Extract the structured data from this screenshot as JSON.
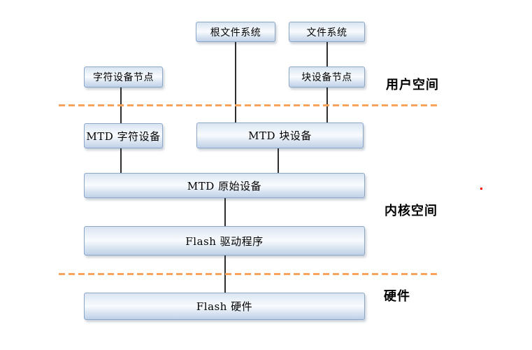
{
  "diagram": {
    "title_implicit": "MTD / Flash 驱动层次结构图",
    "boxes": {
      "root_fs": {
        "label": "根文件系统"
      },
      "fs": {
        "label": "文件系统"
      },
      "char_node": {
        "label": "字符设备节点"
      },
      "block_node": {
        "label": "块设备节点"
      },
      "mtd_char": {
        "label": "MTD 字符设备"
      },
      "mtd_block": {
        "label": "MTD 块设备"
      },
      "mtd_raw": {
        "label": "MTD 原始设备"
      },
      "flash_driver": {
        "label": "Flash 驱动程序"
      },
      "flash_hw": {
        "label": "Flash 硬件"
      }
    },
    "zones": {
      "user_space": {
        "label": "用户空间"
      },
      "kernel_space": {
        "label": "内核空间"
      },
      "hardware": {
        "label": "硬件"
      }
    },
    "colors": {
      "box_border": "#8ba6c7",
      "box_fill_top": "#d9e4f1",
      "box_fill_bottom": "#bfd1e8",
      "separator_orange": "#f9a35c",
      "connector": "#2e2e2e",
      "red_dot": "#ff0000",
      "text": "#000000",
      "background": "#ffffff"
    }
  }
}
